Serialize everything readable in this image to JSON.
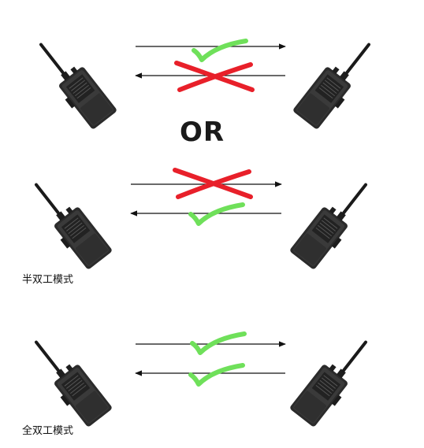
{
  "separator_text": "OR",
  "captions": {
    "half_duplex": "半双工模式",
    "full_duplex": "全双工模式"
  },
  "colors": {
    "check": "#6fe05a",
    "cross": "#e8202a",
    "arrow": "#111111",
    "radio_body": "#2b2b2b"
  },
  "rows": [
    {
      "name": "half-duplex-left-to-right",
      "top_arrow": "allowed",
      "bottom_arrow": "blocked"
    },
    {
      "name": "half-duplex-right-to-left",
      "top_arrow": "blocked",
      "bottom_arrow": "allowed"
    },
    {
      "name": "full-duplex",
      "top_arrow": "allowed",
      "bottom_arrow": "allowed"
    }
  ]
}
